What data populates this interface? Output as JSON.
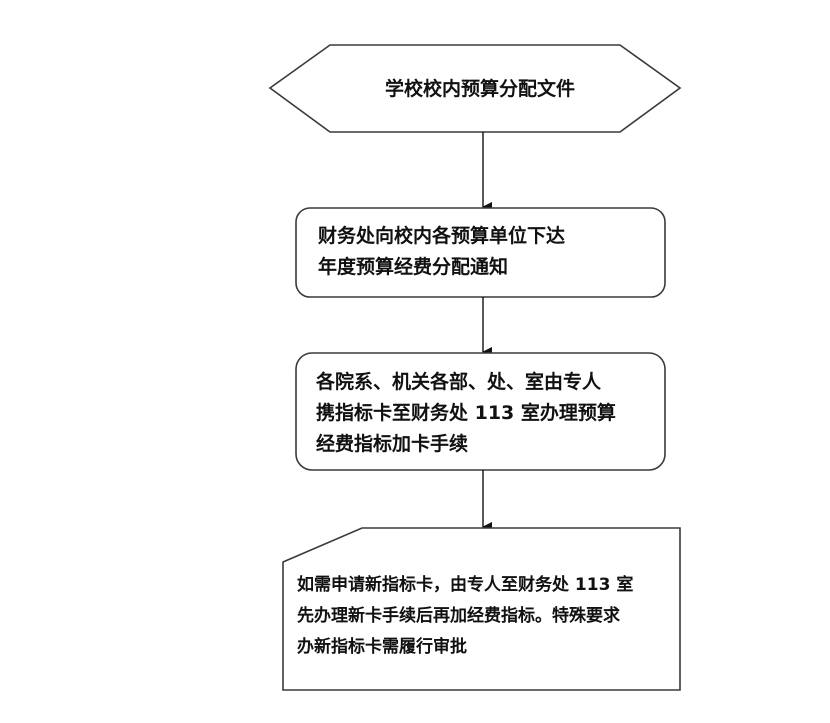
{
  "flowchart": {
    "start": {
      "text": "学校校内预算分配文件"
    },
    "step1": {
      "lines": [
        "财务处向校内各预算单位下达",
        "年度预算经费分配通知"
      ]
    },
    "step2": {
      "lines": [
        "各院系、机关各部、处、室由专人",
        "携指标卡至财务处 113 室办理预算",
        "经费指标加卡手续"
      ]
    },
    "step3": {
      "lines": [
        "如需申请新指标卡，由专人至财务处 113 室",
        "先办理新卡手续后再加经费指标。特殊要求",
        "办新指标卡需履行审批"
      ]
    }
  }
}
